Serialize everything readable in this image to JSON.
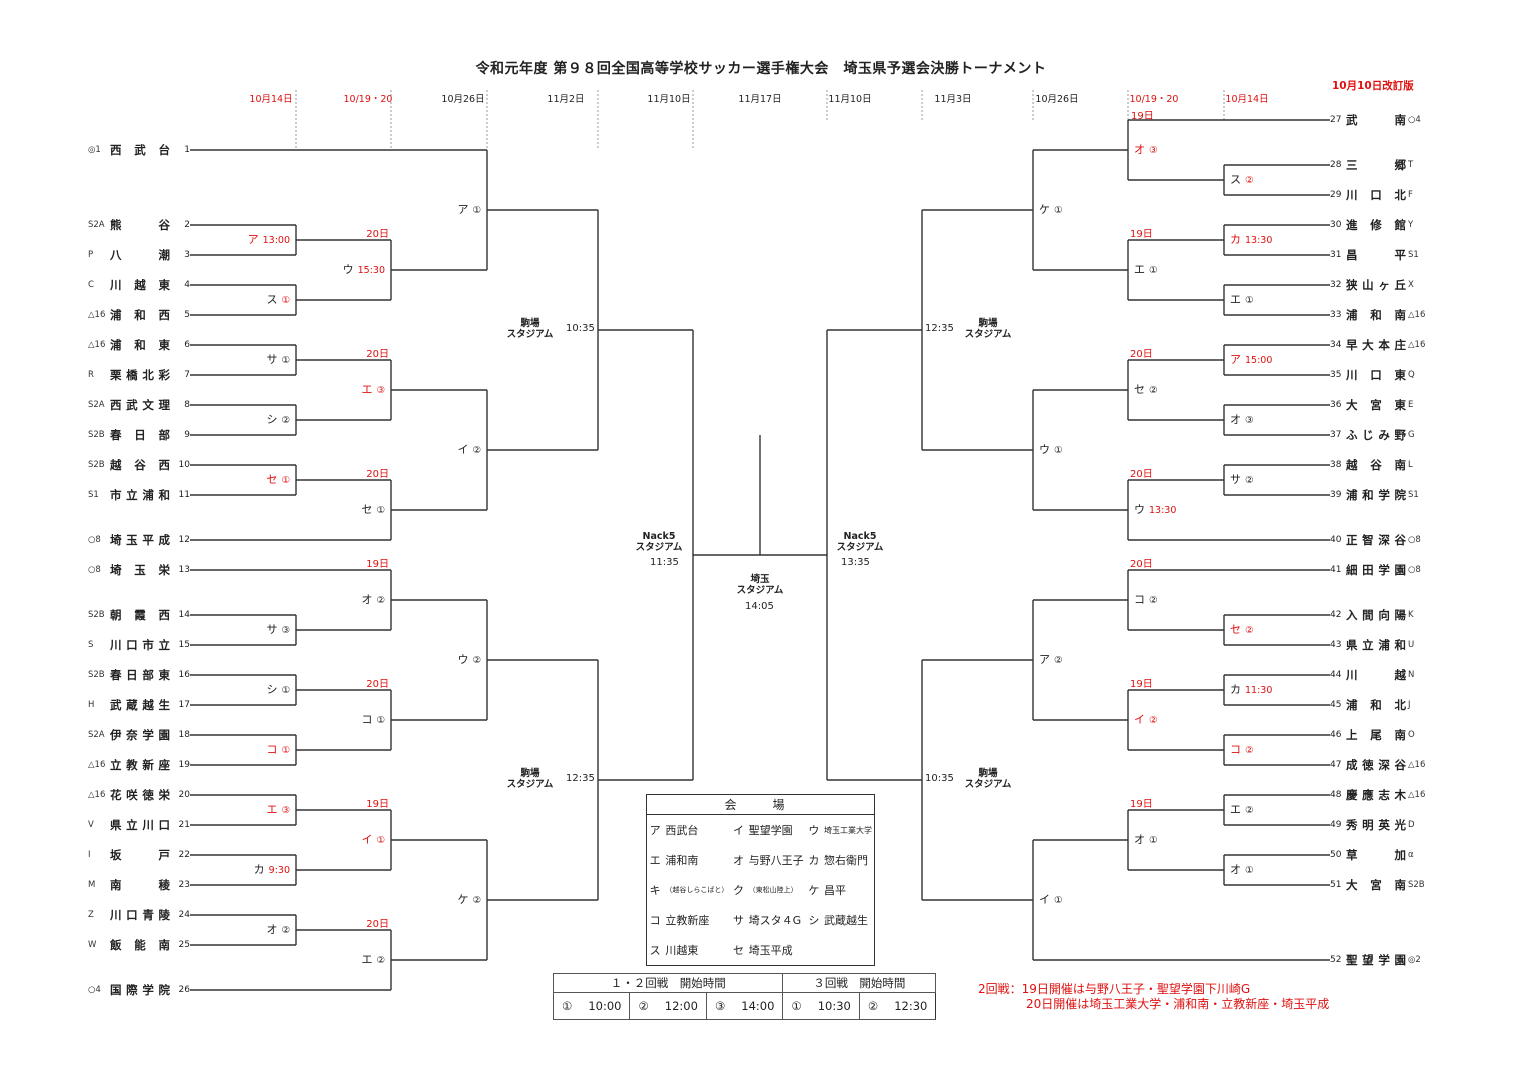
{
  "title": "令和元年度 第９８回全国高等学校サッカー選手権大会　埼玉県予選会決勝トーナメント",
  "revision": "10月10日改訂版",
  "headers": [
    {
      "text": "10月14日",
      "red": true
    },
    {
      "text": "10/19・20",
      "red": true
    },
    {
      "text": "10月26日",
      "red": false
    },
    {
      "text": "11月2日",
      "red": false
    },
    {
      "text": "11月10日",
      "red": false
    },
    {
      "text": "11月17日",
      "red": false
    },
    {
      "text": "11月10日",
      "red": false
    },
    {
      "text": "11月3日",
      "red": false
    },
    {
      "text": "10月26日",
      "red": false
    },
    {
      "text": "10/19・20",
      "red": true
    },
    {
      "text": "10月14日",
      "red": true
    }
  ],
  "right_sub_header": "19日",
  "teams_left": [
    {
      "seed": "◎1",
      "name": "西武台",
      "num": "1"
    },
    {
      "seed": "S2A",
      "name": "熊谷",
      "num": "2"
    },
    {
      "seed": "P",
      "name": "八潮",
      "num": "3"
    },
    {
      "seed": "C",
      "name": "川越東",
      "num": "4"
    },
    {
      "seed": "△16",
      "name": "浦和西",
      "num": "5"
    },
    {
      "seed": "△16",
      "name": "浦和東",
      "num": "6"
    },
    {
      "seed": "R",
      "name": "栗橋北彩",
      "num": "7"
    },
    {
      "seed": "S2A",
      "name": "西武文理",
      "num": "8"
    },
    {
      "seed": "S2B",
      "name": "春日部",
      "num": "9"
    },
    {
      "seed": "S2B",
      "name": "越谷西",
      "num": "10"
    },
    {
      "seed": "S1",
      "name": "市立浦和",
      "num": "11"
    },
    {
      "seed": "○8",
      "name": "埼玉平成",
      "num": "12"
    },
    {
      "seed": "○8",
      "name": "埼玉栄",
      "num": "13"
    },
    {
      "seed": "S2B",
      "name": "朝霞西",
      "num": "14"
    },
    {
      "seed": "S",
      "name": "川口市立",
      "num": "15"
    },
    {
      "seed": "S2B",
      "name": "春日部東",
      "num": "16"
    },
    {
      "seed": "H",
      "name": "武蔵越生",
      "num": "17"
    },
    {
      "seed": "S2A",
      "name": "伊奈学園",
      "num": "18"
    },
    {
      "seed": "△16",
      "name": "立教新座",
      "num": "19"
    },
    {
      "seed": "△16",
      "name": "花咲徳栄",
      "num": "20"
    },
    {
      "seed": "V",
      "name": "県立川口",
      "num": "21"
    },
    {
      "seed": "I",
      "name": "坂戸",
      "num": "22"
    },
    {
      "seed": "M",
      "name": "南稜",
      "num": "23"
    },
    {
      "seed": "Z",
      "name": "川口青陵",
      "num": "24"
    },
    {
      "seed": "W",
      "name": "飯能南",
      "num": "25"
    },
    {
      "seed": "○4",
      "name": "国際学院",
      "num": "26"
    }
  ],
  "teams_right": [
    {
      "seed": "○4",
      "name": "武南",
      "num": "27"
    },
    {
      "seed": "T",
      "name": "三郷",
      "num": "28"
    },
    {
      "seed": "F",
      "name": "川口北",
      "num": "29"
    },
    {
      "seed": "Y",
      "name": "進修館",
      "num": "30"
    },
    {
      "seed": "S1",
      "name": "昌平",
      "num": "31"
    },
    {
      "seed": "X",
      "name": "狭山ヶ丘",
      "num": "32"
    },
    {
      "seed": "△16",
      "name": "浦和南",
      "num": "33"
    },
    {
      "seed": "△16",
      "name": "早大本庄",
      "num": "34"
    },
    {
      "seed": "Q",
      "name": "川口東",
      "num": "35"
    },
    {
      "seed": "E",
      "name": "大宮東",
      "num": "36"
    },
    {
      "seed": "G",
      "name": "ふじみ野",
      "num": "37"
    },
    {
      "seed": "L",
      "name": "越谷南",
      "num": "38"
    },
    {
      "seed": "S1",
      "name": "浦和学院",
      "num": "39"
    },
    {
      "seed": "○8",
      "name": "正智深谷",
      "num": "40"
    },
    {
      "seed": "○8",
      "name": "細田学園",
      "num": "41"
    },
    {
      "seed": "K",
      "name": "入間向陽",
      "num": "42"
    },
    {
      "seed": "U",
      "name": "県立浦和",
      "num": "43"
    },
    {
      "seed": "N",
      "name": "川越",
      "num": "44"
    },
    {
      "seed": "J",
      "name": "浦和北",
      "num": "45"
    },
    {
      "seed": "O",
      "name": "上尾南",
      "num": "46"
    },
    {
      "seed": "△16",
      "name": "成徳深谷",
      "num": "47"
    },
    {
      "seed": "△16",
      "name": "慶應志木",
      "num": "48"
    },
    {
      "seed": "D",
      "name": "秀明英光",
      "num": "49"
    },
    {
      "seed": "α",
      "name": "草加",
      "num": "50"
    },
    {
      "seed": "S2B",
      "name": "大宮南",
      "num": "51"
    },
    {
      "seed": "◎2",
      "name": "聖望学園",
      "num": "52"
    }
  ],
  "matches": [
    {
      "venue": "ア",
      "time": "13:00",
      "vr": true,
      "tr": true
    },
    {
      "venue": "ス",
      "time": "①",
      "vr": false,
      "tr": true
    },
    {
      "venue": "ウ",
      "time": "15:30",
      "vr": false,
      "tr": true
    },
    {
      "venue": "ア",
      "time": "①",
      "vr": false,
      "tr": false
    },
    {
      "venue": "サ",
      "time": "①",
      "vr": false,
      "tr": false
    },
    {
      "venue": "シ",
      "time": "②",
      "vr": false,
      "tr": false
    },
    {
      "venue": "エ",
      "time": "③",
      "vr": true,
      "tr": true
    },
    {
      "venue": "セ",
      "time": "①",
      "vr": true,
      "tr": true
    },
    {
      "venue": "セ",
      "time": "①",
      "vr": false,
      "tr": false
    },
    {
      "venue": "イ",
      "time": "②",
      "vr": false,
      "tr": false
    },
    {
      "venue": "サ",
      "time": "③",
      "vr": false,
      "tr": false
    },
    {
      "venue": "オ",
      "time": "②",
      "vr": false,
      "tr": false
    },
    {
      "venue": "シ",
      "time": "①",
      "vr": false,
      "tr": false
    },
    {
      "venue": "コ",
      "time": "①",
      "vr": true,
      "tr": true
    },
    {
      "venue": "コ",
      "time": "①",
      "vr": false,
      "tr": false
    },
    {
      "venue": "ウ",
      "time": "②",
      "vr": false,
      "tr": false
    },
    {
      "venue": "エ",
      "time": "③",
      "vr": true,
      "tr": true
    },
    {
      "venue": "カ",
      "time": "9:30",
      "vr": false,
      "tr": true
    },
    {
      "venue": "イ",
      "time": "①",
      "vr": true,
      "tr": true
    },
    {
      "venue": "オ",
      "time": "②",
      "vr": false,
      "tr": false
    },
    {
      "venue": "エ",
      "time": "②",
      "vr": false,
      "tr": false
    },
    {
      "venue": "ケ",
      "time": "②",
      "vr": false,
      "tr": false
    },
    {
      "venue": "ス",
      "time": "②",
      "vr": false,
      "tr": true
    },
    {
      "venue": "オ",
      "time": "③",
      "vr": true,
      "tr": true
    },
    {
      "venue": "カ",
      "time": "13:30",
      "vr": true,
      "tr": true
    },
    {
      "venue": "エ",
      "time": "①",
      "vr": false,
      "tr": false
    },
    {
      "venue": "エ",
      "time": "①",
      "vr": false,
      "tr": false
    },
    {
      "venue": "ケ",
      "time": "①",
      "vr": false,
      "tr": false
    },
    {
      "venue": "ア",
      "time": "15:00",
      "vr": true,
      "tr": true
    },
    {
      "venue": "オ",
      "time": "③",
      "vr": false,
      "tr": false
    },
    {
      "venue": "セ",
      "time": "②",
      "vr": false,
      "tr": false
    },
    {
      "venue": "サ",
      "time": "②",
      "vr": false,
      "tr": false
    },
    {
      "venue": "ウ",
      "time": "13:30",
      "vr": false,
      "tr": true
    },
    {
      "venue": "ウ",
      "time": "①",
      "vr": false,
      "tr": false
    },
    {
      "venue": "セ",
      "time": "②",
      "vr": true,
      "tr": true
    },
    {
      "venue": "コ",
      "time": "②",
      "vr": false,
      "tr": false
    },
    {
      "venue": "カ",
      "time": "11:30",
      "vr": false,
      "tr": true
    },
    {
      "venue": "コ",
      "time": "②",
      "vr": true,
      "tr": true
    },
    {
      "venue": "イ",
      "time": "②",
      "vr": true,
      "tr": true
    },
    {
      "venue": "ア",
      "time": "②",
      "vr": false,
      "tr": false
    },
    {
      "venue": "エ",
      "time": "②",
      "vr": false,
      "tr": false
    },
    {
      "venue": "オ",
      "time": "①",
      "vr": false,
      "tr": false
    },
    {
      "venue": "オ",
      "time": "①",
      "vr": false,
      "tr": false
    },
    {
      "venue": "イ",
      "time": "①",
      "vr": false,
      "tr": false
    }
  ],
  "dates": [
    "20日",
    "20日",
    "20日",
    "19日",
    "20日",
    "19日",
    "20日",
    "19日",
    "20日",
    "20日",
    "20日",
    "19日",
    "19日"
  ],
  "stadium_games": [
    {
      "venue": "駒場\nスタジアム",
      "time": "10:35"
    },
    {
      "venue": "駒場\nスタジアム",
      "time": "12:35"
    },
    {
      "venue": "駒場\nスタジアム",
      "time": "12:35"
    },
    {
      "venue": "駒場\nスタジアム",
      "time": "10:35"
    },
    {
      "venue": "Nack5\nスタジアム",
      "time": "11:35"
    },
    {
      "venue": "Nack5\nスタジアム",
      "time": "13:35"
    },
    {
      "venue": "埼玉\nスタジアム",
      "time": "14:05"
    }
  ],
  "venue_table": {
    "title": "会　場",
    "rows": [
      [
        [
          "ア",
          "西武台"
        ],
        [
          "イ",
          "聖望学園"
        ],
        [
          "ウ",
          "埼玉工業大学"
        ]
      ],
      [
        [
          "エ",
          "浦和南"
        ],
        [
          "オ",
          "与野八王子"
        ],
        [
          "カ",
          "惣右衛門"
        ]
      ],
      [
        [
          "キ",
          "（越谷しらこばと）"
        ],
        [
          "ク",
          "（東松山陸上）"
        ],
        [
          "ケ",
          "昌平"
        ]
      ],
      [
        [
          "コ",
          "立教新座"
        ],
        [
          "サ",
          "埼スタ４G"
        ],
        [
          "シ",
          "武蔵越生"
        ]
      ],
      [
        [
          "ス",
          "川越東"
        ],
        [
          "セ",
          "埼玉平成"
        ],
        [
          "",
          ""
        ]
      ]
    ]
  },
  "start_times": {
    "h1": "１・２回戦　開始時間",
    "h2": "３回戦　開始時間",
    "r12": [
      [
        "①",
        "10:00"
      ],
      [
        "②",
        "12:00"
      ],
      [
        "③",
        "14:00"
      ]
    ],
    "r3": [
      [
        "①",
        "10:30"
      ],
      [
        "②",
        "12:30"
      ]
    ]
  },
  "notes": [
    "2回戦：19日開催は与野八王子・聖望学園下川崎G",
    "20日開催は埼玉工業大学・浦和南・立教新座・埼玉平成"
  ],
  "colors": {
    "red": "#e01010",
    "line": "#333333"
  }
}
